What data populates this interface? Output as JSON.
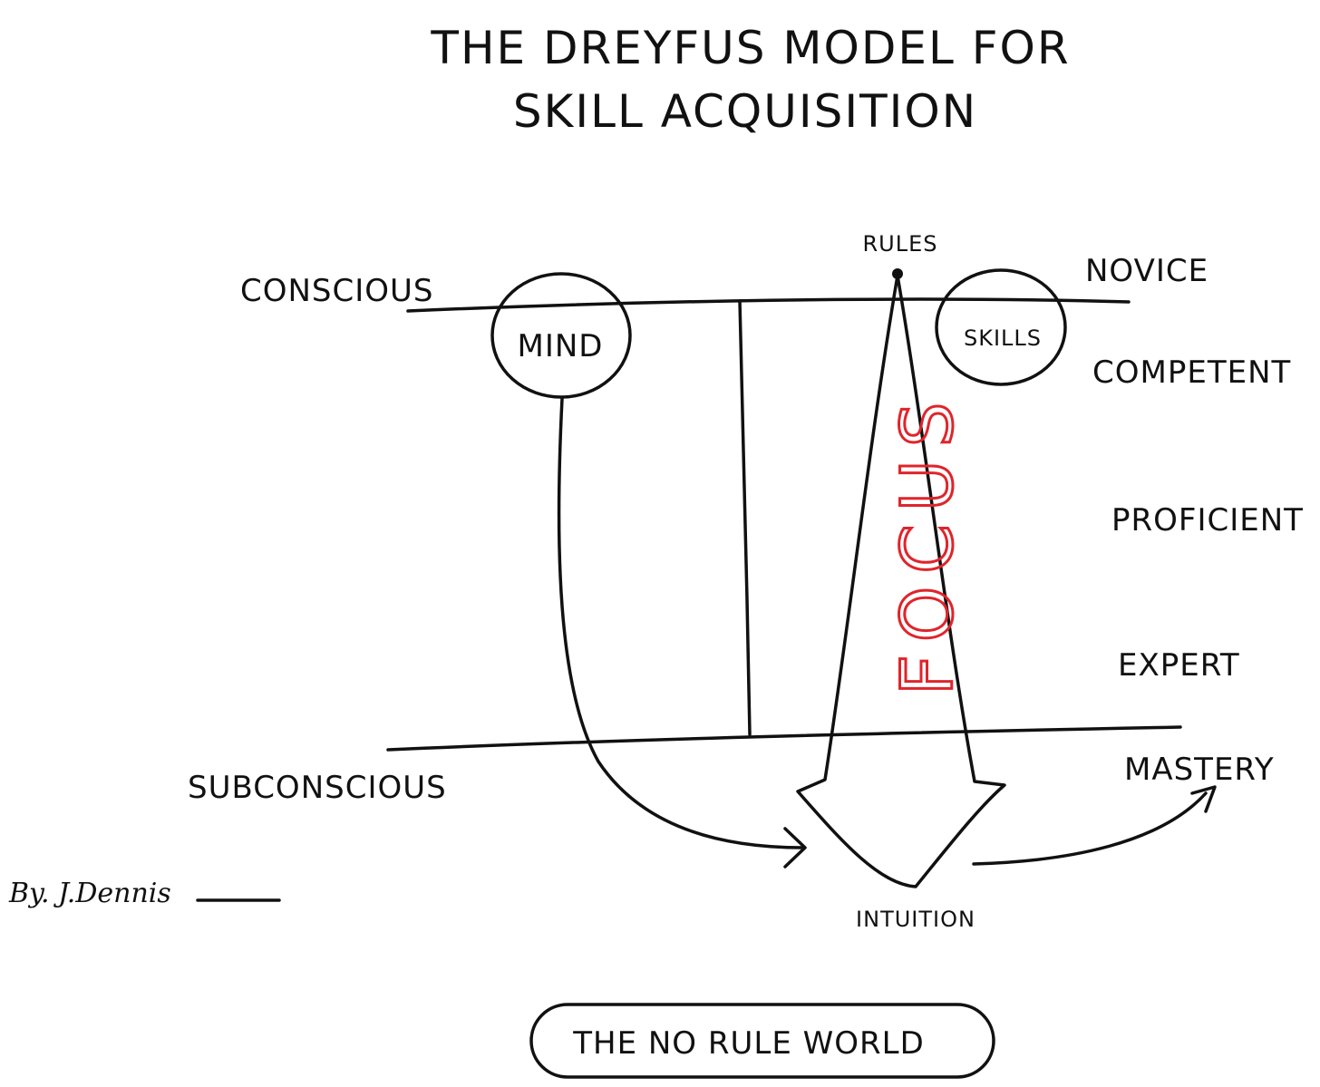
{
  "title": {
    "line1": "THE DREYFUS MODEL FOR",
    "line2": "SKILL ACQUISITION"
  },
  "layers": {
    "top": "CONSCIOUS",
    "bottom": "SUBCONSCIOUS"
  },
  "nodes": {
    "mind": "MIND",
    "skills": "SKILLS",
    "rules": "RULES",
    "intuition": "INTUITION",
    "focus": "FOCUS"
  },
  "stages": [
    "NOVICE",
    "COMPETENT",
    "PROFICIENT",
    "EXPERT",
    "MASTERY"
  ],
  "author": "By. J.Dennis",
  "footer": "THE NO RULE WORLD",
  "colors": {
    "ink": "#111111",
    "focus": "#e0242b",
    "background": "#ffffff"
  }
}
